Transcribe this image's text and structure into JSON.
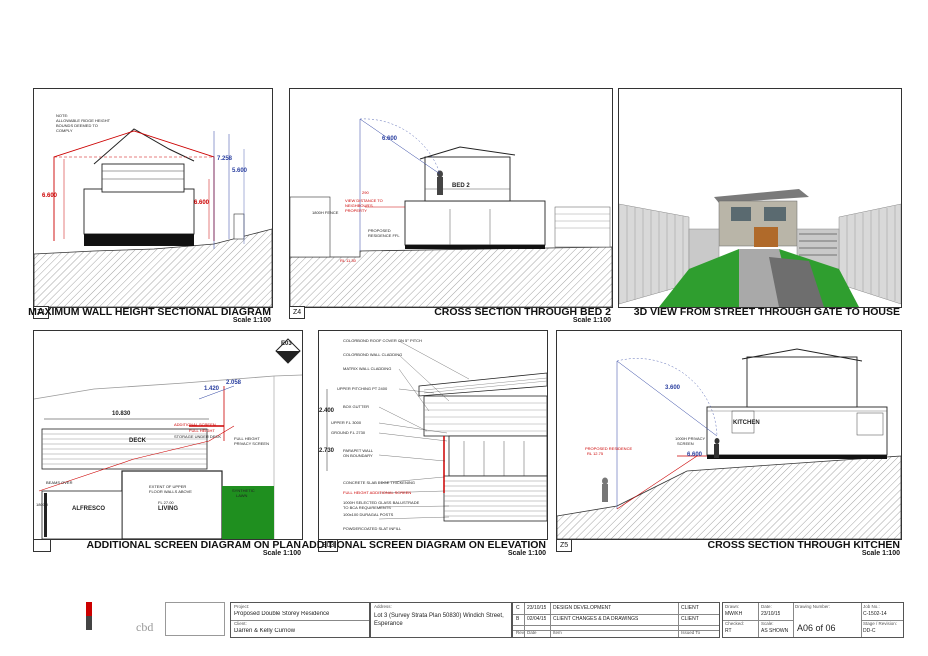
{
  "panels": {
    "z1": {
      "id": "Z1",
      "title": "MAXIMUM WALL HEIGHT SECTIONAL DIAGRAM",
      "scale": "Scale 1:100",
      "notes": {
        "note": "NOTE:",
        "n1": "ALLOWABLE RIDGE HEIGHT",
        "n2": "BOUNDS DEEMED TO",
        "n3": "COMPLY",
        "d1": "7.258",
        "d2": "6.600",
        "d3": "6.600",
        "d4": "5.600"
      }
    },
    "z4": {
      "id": "Z4",
      "title": "CROSS SECTION THROUGH BED 2",
      "scale": "Scale 1:100",
      "notes": {
        "bed": "BED 2",
        "d1": "6.600",
        "d2": "290",
        "r1": "VIEW DISTANCE TO",
        "r2": "NEIGHBOUR'S",
        "r3": "PROPERTY",
        "p1": "PROPOSED",
        "p2": "RESIDENCE FFL",
        "fence": "1800H FENCE",
        "lvl": "RL 11.30"
      }
    },
    "z3d": {
      "title": "3D VIEW FROM STREET THROUGH GATE TO HOUSE"
    },
    "plan": {
      "title": "ADDITIONAL SCREEN DIAGRAM ON PLAN",
      "scale": "Scale 1:100",
      "marker": "E03",
      "notes": {
        "d1": "1.420",
        "d2": "2.058",
        "d3": "10.830",
        "deck": "DECK",
        "sud": "STORAGE UNDER DECK",
        "fh1": "FULL HEIGHT",
        "fh2": "PRIVACY SCREEN",
        "ex1": "EXTENT OF UPPER",
        "ex2": "FLOOR WALLS ABOVE",
        "alf": "ALFRESCO",
        "liv": "LIVING",
        "lvl": "FL 27.00",
        "syn1": "SYNTHETIC",
        "syn2": "LAWN",
        "beams": "BEAMS OVER",
        "fence": "1800H",
        "fh3": "FULL HEIGHT",
        "fh4": "ADDITIONAL SCREEN"
      }
    },
    "e03": {
      "id": "E03",
      "title": "ADDITIONAL SCREEN DIAGRAM ON ELEVATION",
      "scale": "Scale 1:100",
      "notes": {
        "a1": "COLORBOND ROOF COVER ON 5° PITCH",
        "a2": "COLORBOND WALL CLADDING",
        "a3": "MATRIX WALL CLADDING",
        "a4": "UPPER PITCHING PT 2400",
        "a5": "BOX GUTTER",
        "a6": "UPPER F.L 3000",
        "a7": "GROUND F.L 2730",
        "a8": "PARAPET WALL",
        "a9": "ON BOUNDARY",
        "a10": "CONCRETE SLAB EDGE THICKENING",
        "a11": "FULL HEIGHT ADDITIONAL SCREEN",
        "a12": "1000H SELECTED GLASS BALUSTRADE",
        "a13": "TO BCA REQUIREMENTS",
        "a14": "100x100 DURAGAL POSTS",
        "a15": "POWDERCOATED SLAT INFILL",
        "d1": "2.400",
        "d2": "2.730"
      }
    },
    "z5": {
      "id": "Z5",
      "title": "CROSS SECTION THROUGH KITCHEN",
      "scale": "Scale 1:100",
      "notes": {
        "d1": "3.600",
        "d2": "6.600",
        "k": "KITCHEN",
        "ps1": "1000H PRIVACY",
        "ps2": "SCREEN",
        "pr1": "PROPOSED RESIDENCE",
        "pr2": "RL 12.75"
      }
    }
  },
  "titleblock": {
    "project_label": "Project:",
    "project": "Proposed Double Storey Residence",
    "client_label": "Client:",
    "client": "Darren & Kelly Curnow",
    "address_label": "Address:",
    "address": "Lot 3 (Survey Strata Plan 50830) Windich Street, Esperance",
    "revisions": [
      {
        "rev": "C",
        "date": "23/10/15",
        "desc": "DESIGN DEVELOPMENT",
        "by": "CLIENT"
      },
      {
        "rev": "B",
        "date": "02/04/15",
        "desc": "CLIENT CHANGES & DA DRAWINGS",
        "by": "CLIENT"
      }
    ],
    "rev_head": {
      "rev": "Rev",
      "date": "Date",
      "item": "Item",
      "issued": "Issued To"
    },
    "drawn_label": "Drawn:",
    "drawn": "MW/KH",
    "date_label": "Date:",
    "date": "23/10/15",
    "checked_label": "Checked:",
    "checked": "RT",
    "scale_label": "Scale:",
    "scale": "AS SHOWN",
    "dwgno_label": "Drawing Number:",
    "dwgno": "A06 of 06",
    "job_label": "Job No.:",
    "job": "C-1502-14",
    "stage_label": "Stage / Revision:",
    "stage": "DD-C"
  }
}
